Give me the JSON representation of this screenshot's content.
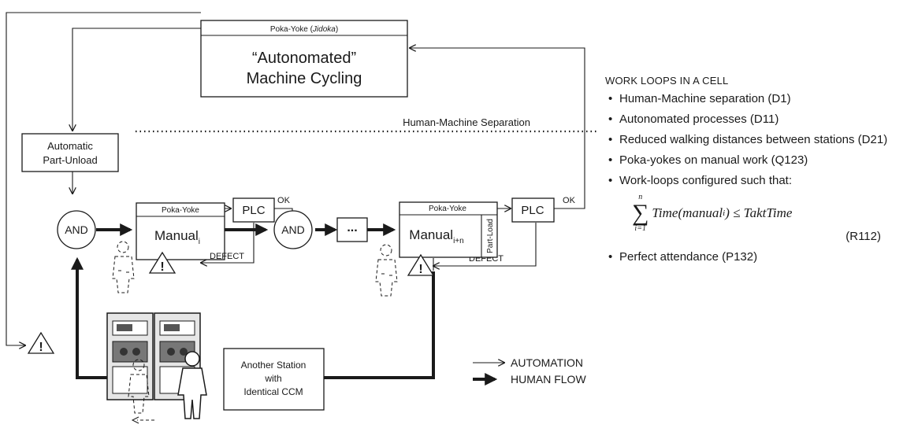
{
  "diagram": {
    "poka_yoke_jidoka_label": "Poka-Yoke",
    "poka_yoke_jidoka_paren": "Jidoka",
    "machine_cycling_line1": "“Autonomated”",
    "machine_cycling_line2": "Machine Cycling",
    "auto_unload_line1": "Automatic",
    "auto_unload_line2": "Part-Unload",
    "separation_label": "Human-Machine Separation",
    "and_label": "AND",
    "plc_label": "PLC",
    "ok_label": "OK",
    "defect_label": "DEFECT",
    "poka_yoke_label": "Poka-Yoke",
    "manual_label": "Manual",
    "manual_i_sub": "i",
    "manual_in_sub": "i+n",
    "part_load_label": "Part-Load",
    "ellipsis_label": "...",
    "warning_symbol": "!",
    "another_station_line1": "Another Station",
    "another_station_line2": "with",
    "another_station_line3": "Identical CCM",
    "legend_automation": "AUTOMATION",
    "legend_human_flow": "HUMAN FLOW"
  },
  "notes": {
    "heading": "WORK LOOPS IN A CELL",
    "items": [
      "Human-Machine separation (D1)",
      "Autonomated processes (D11)",
      "Reduced walking distances between stations (D21)",
      "Poka-yokes on manual work (Q123)",
      "Work-loops configured such that:"
    ],
    "formula_upper": "n",
    "formula_lower": "i=1",
    "formula_sigma": "∑",
    "formula_body": "Time(manual",
    "formula_sub": "i",
    "formula_tail": ") ≤ TaktTime",
    "formula_ref": "(R112)",
    "last_item": "Perfect attendance (P132)"
  }
}
